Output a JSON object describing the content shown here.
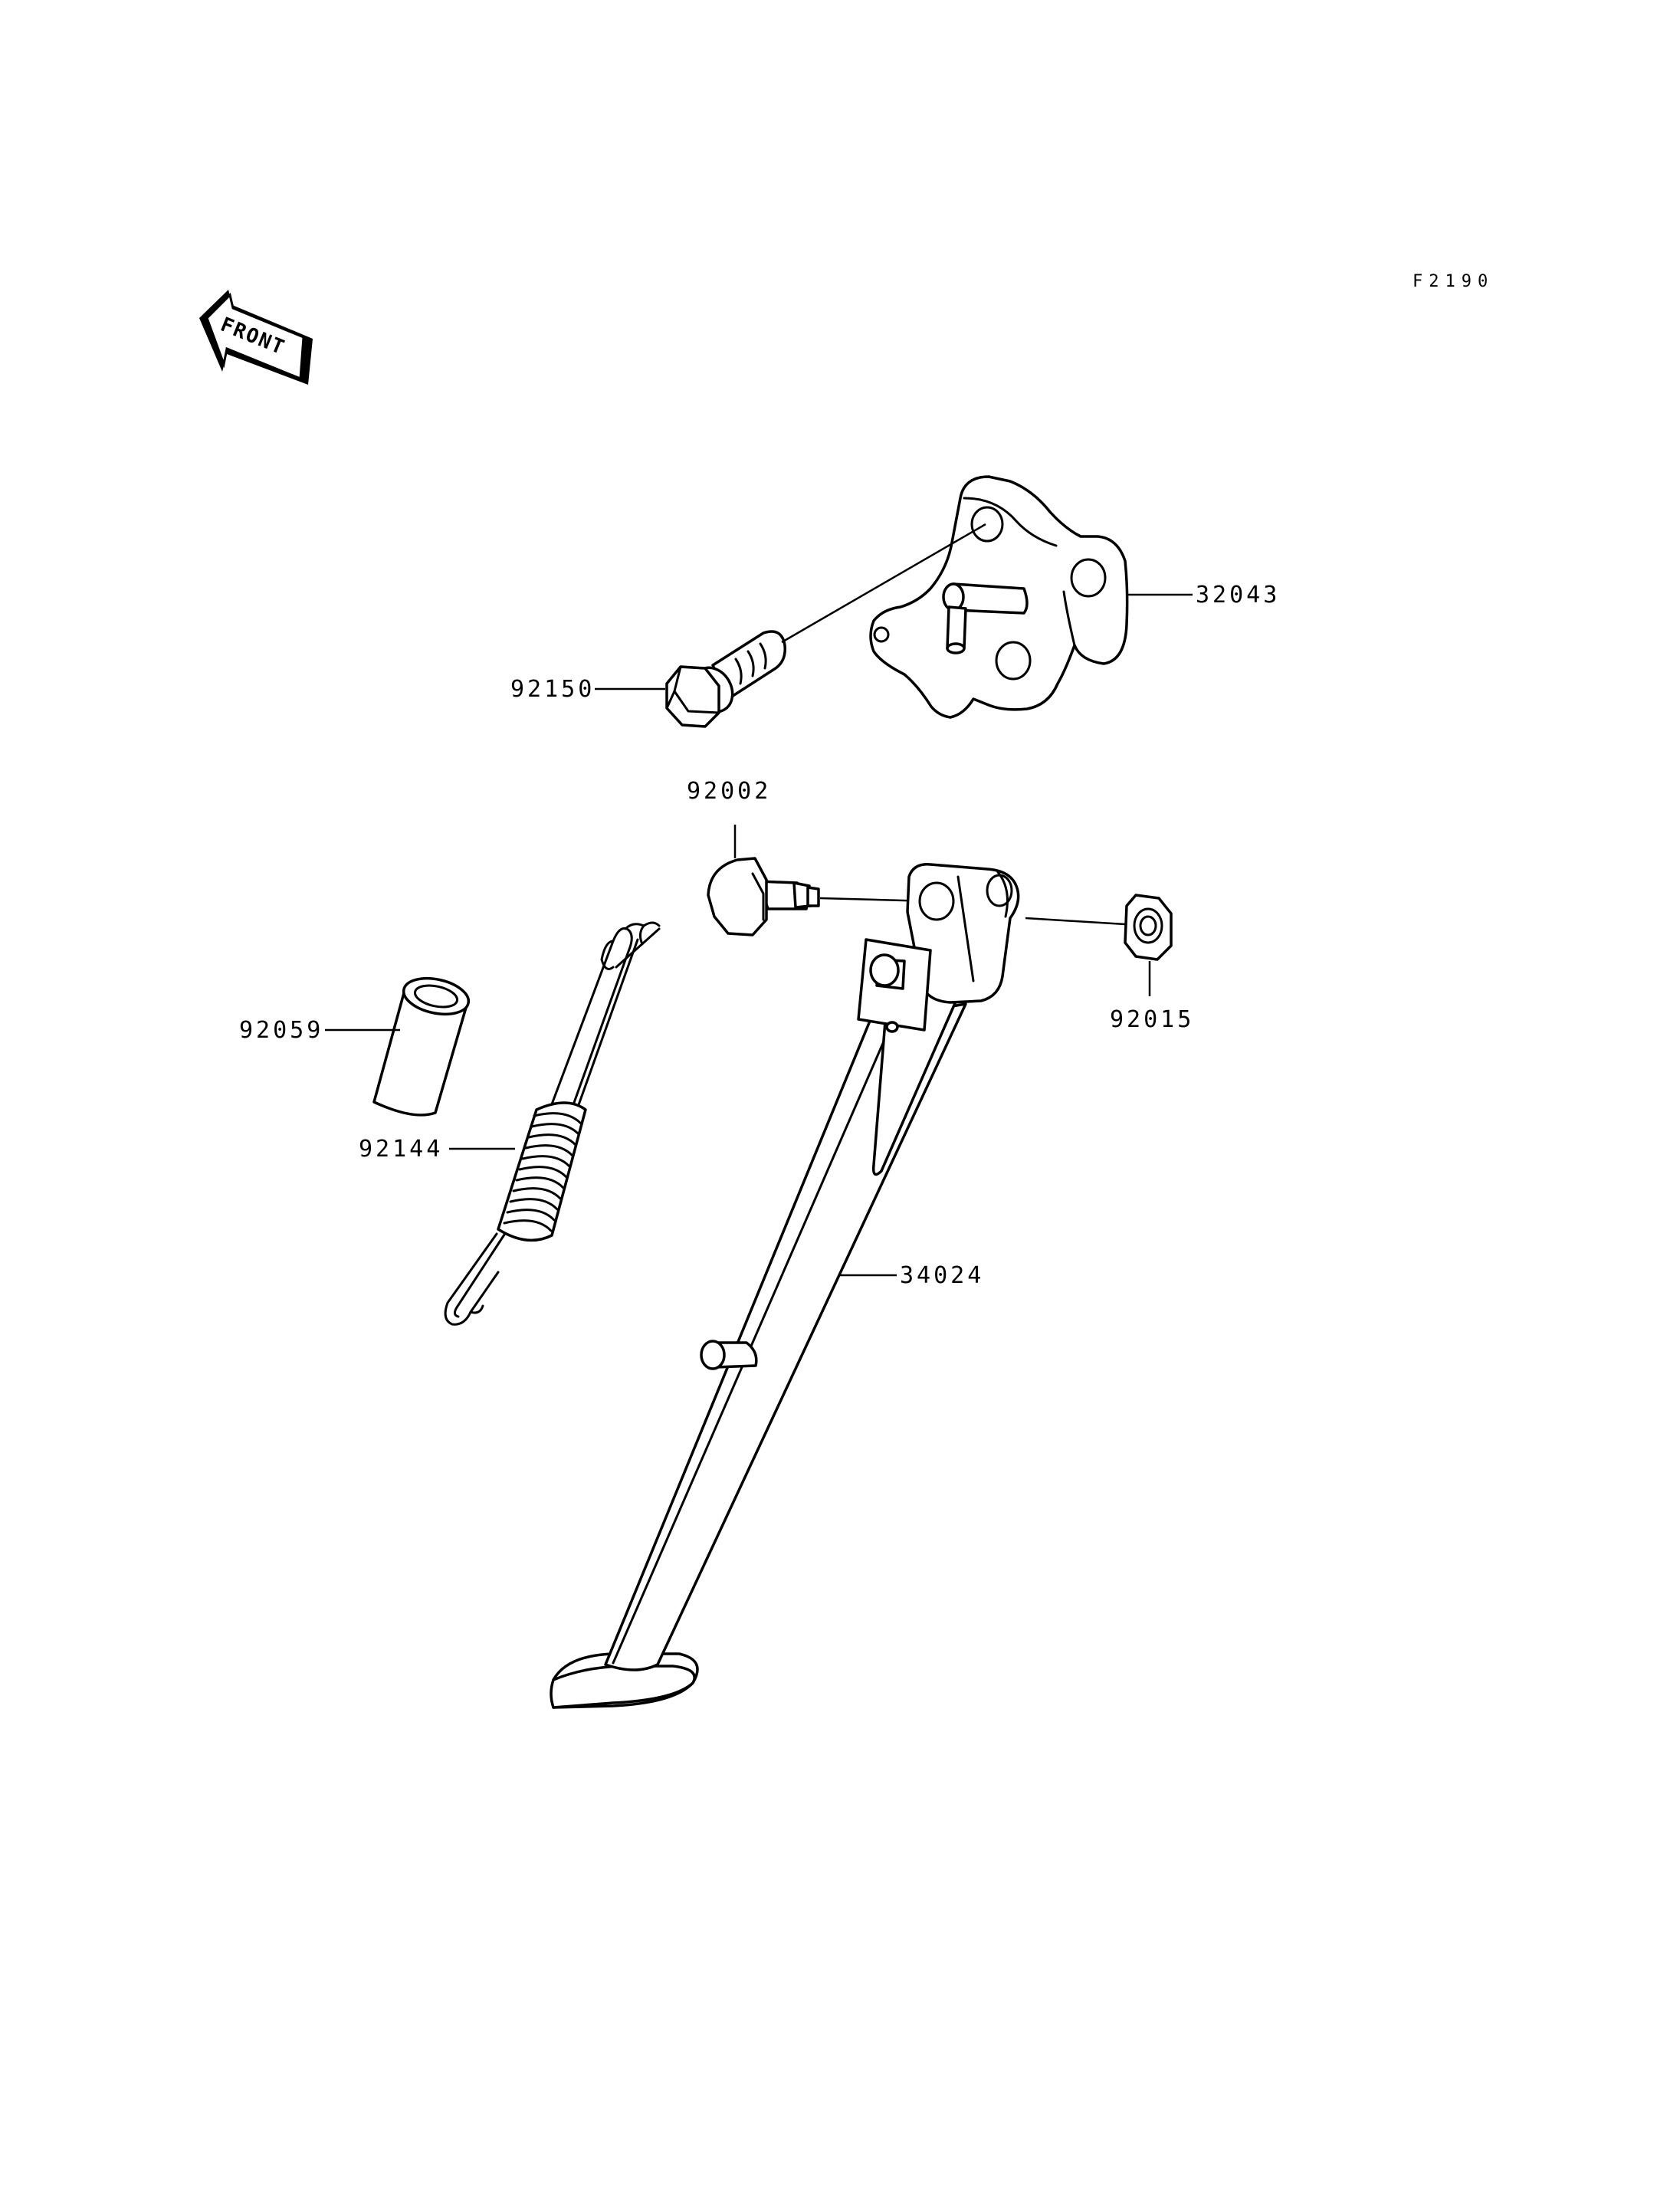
{
  "figure_code": "F2190",
  "front_label": "FRONT",
  "parts": [
    {
      "id": "32043",
      "label": "32043"
    },
    {
      "id": "92150",
      "label": "92150"
    },
    {
      "id": "92002",
      "label": "92002"
    },
    {
      "id": "92015",
      "label": "92015"
    },
    {
      "id": "92059",
      "label": "92059"
    },
    {
      "id": "92144",
      "label": "92144"
    },
    {
      "id": "34024",
      "label": "34024"
    }
  ]
}
